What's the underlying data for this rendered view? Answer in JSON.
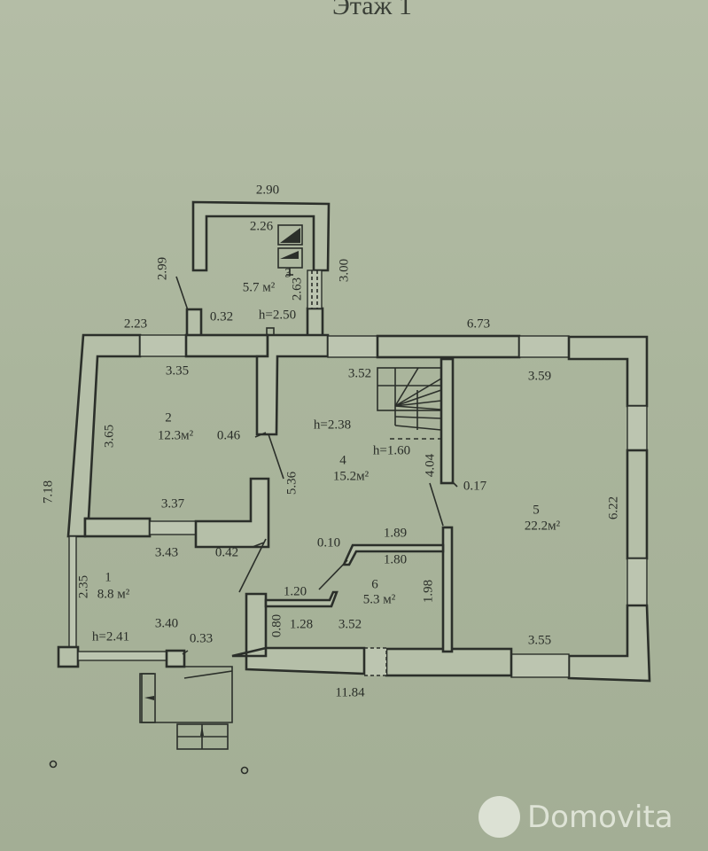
{
  "title": "Этаж 1",
  "watermark": {
    "brand": "Domovita",
    "icon": "domovita-logo-icon"
  },
  "rooms": [
    {
      "number": "1",
      "area": "8.8 м²",
      "height": "h=2.41"
    },
    {
      "number": "2",
      "area": "12.3м²"
    },
    {
      "number": "3",
      "area": "5.7 м²",
      "height": "h=2.50"
    },
    {
      "number": "4",
      "area": "15.2м²",
      "height": "h=2.38",
      "stair_height": "h=1.60"
    },
    {
      "number": "5",
      "area": "22.2м²"
    },
    {
      "number": "6",
      "area": "5.3  м²"
    }
  ],
  "dimensions": {
    "d290": "2.90",
    "d226": "2.26",
    "d299": "2.99",
    "d300": "3.00",
    "d263": "2.63",
    "d032": "0.32",
    "d223": "2.23",
    "d673": "6.73",
    "d335": "3.35",
    "d352a": "3.52",
    "d359": "3.59",
    "d365": "3.65",
    "d046": "0.46",
    "d536": "5.36",
    "d404": "4.04",
    "d017": "0.17",
    "d622": "6.22",
    "d718": "7.18",
    "d337": "3.37",
    "d343": "3.43",
    "d042": "0.42",
    "d010": "0.10",
    "d189": "1.89",
    "d180": "1.80",
    "d235": "2.35",
    "d120": "1.20",
    "d198": "1.98",
    "d080": "0.80",
    "d128": "1.28",
    "d352b": "3.52",
    "d340": "3.40",
    "d033": "0.33",
    "d355": "3.55",
    "d1184": "11.84"
  }
}
